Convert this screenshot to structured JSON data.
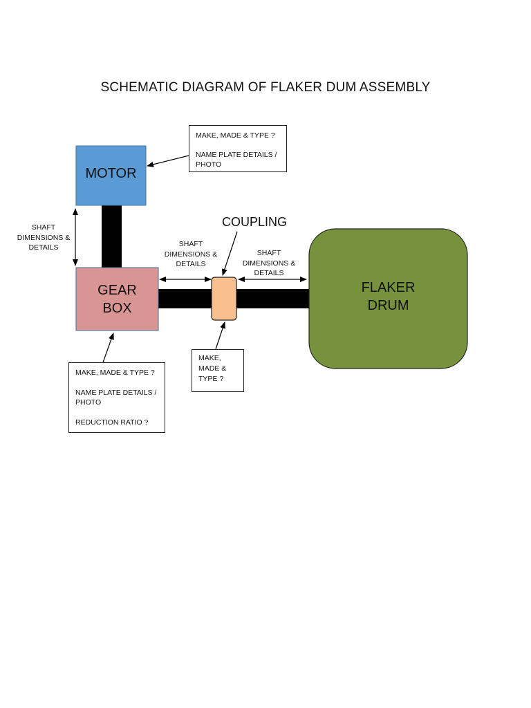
{
  "title": "SCHEMATIC DIAGRAM OF FLAKER DUM ASSEMBLY",
  "colors": {
    "motor": "#5b9bd5",
    "gearbox": "#d99494",
    "coupling": "#f8c08f",
    "drum": "#76923c",
    "shaft": "#000000"
  },
  "components": {
    "motor": "MOTOR",
    "gearbox_line1": "GEAR",
    "gearbox_line2": "BOX",
    "coupling": "COUPLING",
    "drum_line1": "FLAKER",
    "drum_line2": "DRUM"
  },
  "callouts": {
    "motor": {
      "line1": "MAKE, MADE & TYPE ?",
      "line2": "NAME PLATE DETAILS / PHOTO"
    },
    "gearbox": {
      "line1": "MAKE, MADE & TYPE ?",
      "line2": "NAME PLATE DETAILS / PHOTO",
      "line3": "REDUCTION RATIO ?"
    },
    "coupling": {
      "line1": "MAKE, MADE & TYPE ?"
    }
  },
  "shaft_notes": {
    "vertical": "SHAFT DIMENSIONS & DETAILS",
    "gearbox_coupling": "SHAFT DIMENSIONS & DETAILS",
    "coupling_drum": "SHAFT DIMENSIONS & DETAILS"
  }
}
